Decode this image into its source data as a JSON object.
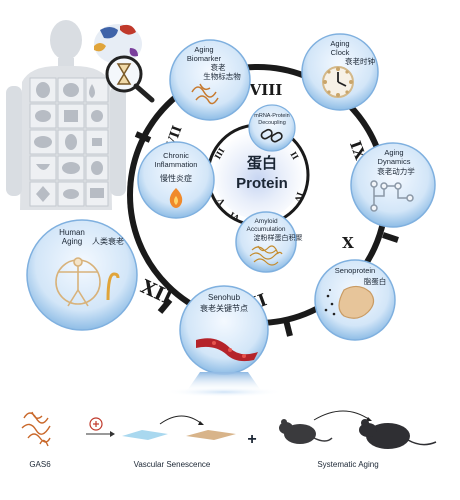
{
  "center": {
    "cn": "蛋白",
    "en": "Protein"
  },
  "nodes": {
    "aging_biomarker": {
      "en1": "Aging",
      "en2": "Biomarker",
      "cn1": "衰老",
      "cn2": "生物标志物"
    },
    "aging_clock": {
      "en1": "Aging",
      "en2": "Clock",
      "cn": "衰老时钟"
    },
    "aging_dynamics": {
      "en1": "Aging",
      "en2": "Dynamics",
      "cn": "衰老动力学"
    },
    "chronic_inflammation": {
      "en1": "Chronic",
      "en2": "Inflammation",
      "cn": "慢性炎症"
    },
    "mrna": {
      "en1": "mRNA-Protein",
      "en2": "Decoupling"
    },
    "amyloid": {
      "en1": "Amyloid",
      "en2": "Accumulation",
      "cn": "淀粉样蛋白积聚"
    },
    "human_aging": {
      "en1": "Human",
      "en2": "Aging",
      "cn": "人类衰老"
    },
    "senoprotein": {
      "en": "Senoprotein",
      "cn": "脂蛋白"
    },
    "senohub": {
      "en": "Senohub",
      "cn": "衰老关键节点"
    }
  },
  "numerals": {
    "outer": [
      "VIII",
      "IX",
      "X",
      "XI",
      "XII",
      "VII"
    ],
    "inner": [
      "III",
      "II",
      "IV",
      "V",
      "VI"
    ]
  },
  "bottom": {
    "gas6": "GAS6",
    "vascular": "Vascular Senescence",
    "systematic": "Systematic Aging",
    "plus": "+"
  }
}
